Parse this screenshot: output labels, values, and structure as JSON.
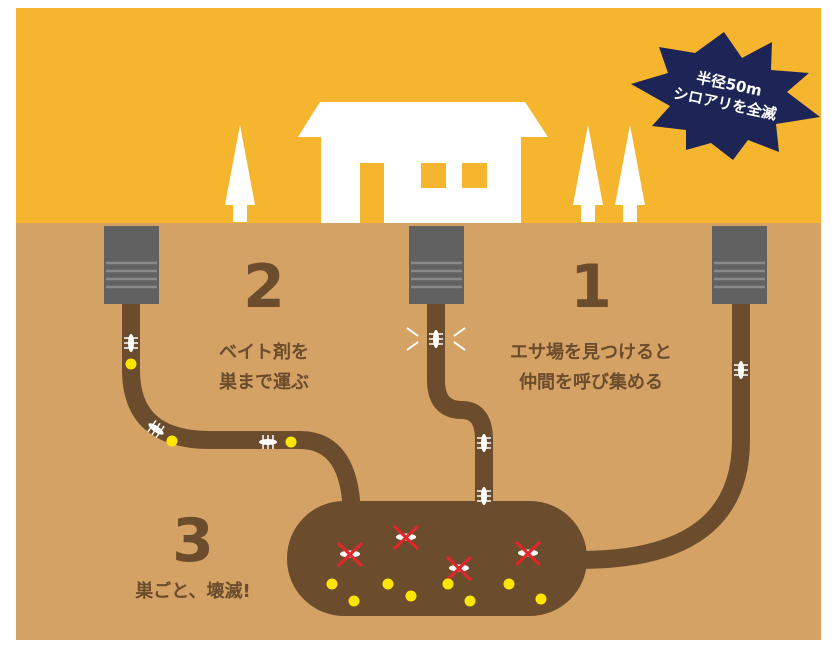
{
  "badge": {
    "line1": "半径50m",
    "line2": "シロアリを全滅"
  },
  "steps": [
    {
      "number": "1",
      "line1": "エサ場を見つけると",
      "line2": "仲間を呼び集める"
    },
    {
      "number": "2",
      "line1": "ベイト剤を",
      "line2": "巣まで運ぶ"
    },
    {
      "number": "3",
      "line1": "巣ごと、壊滅!"
    }
  ],
  "colors": {
    "sky": "#f6b52f",
    "soil": "#d4a264",
    "tunnel": "#6b4d2d",
    "station": "#616161",
    "badge": "#1d2557",
    "bait": "#ffe600",
    "cross": "#e2262b",
    "house": "#ffffff"
  },
  "icons": [
    "house-icon",
    "tree-icon",
    "bait-station-icon",
    "termite-icon",
    "bait-pellet-icon",
    "cross-mark-icon"
  ]
}
